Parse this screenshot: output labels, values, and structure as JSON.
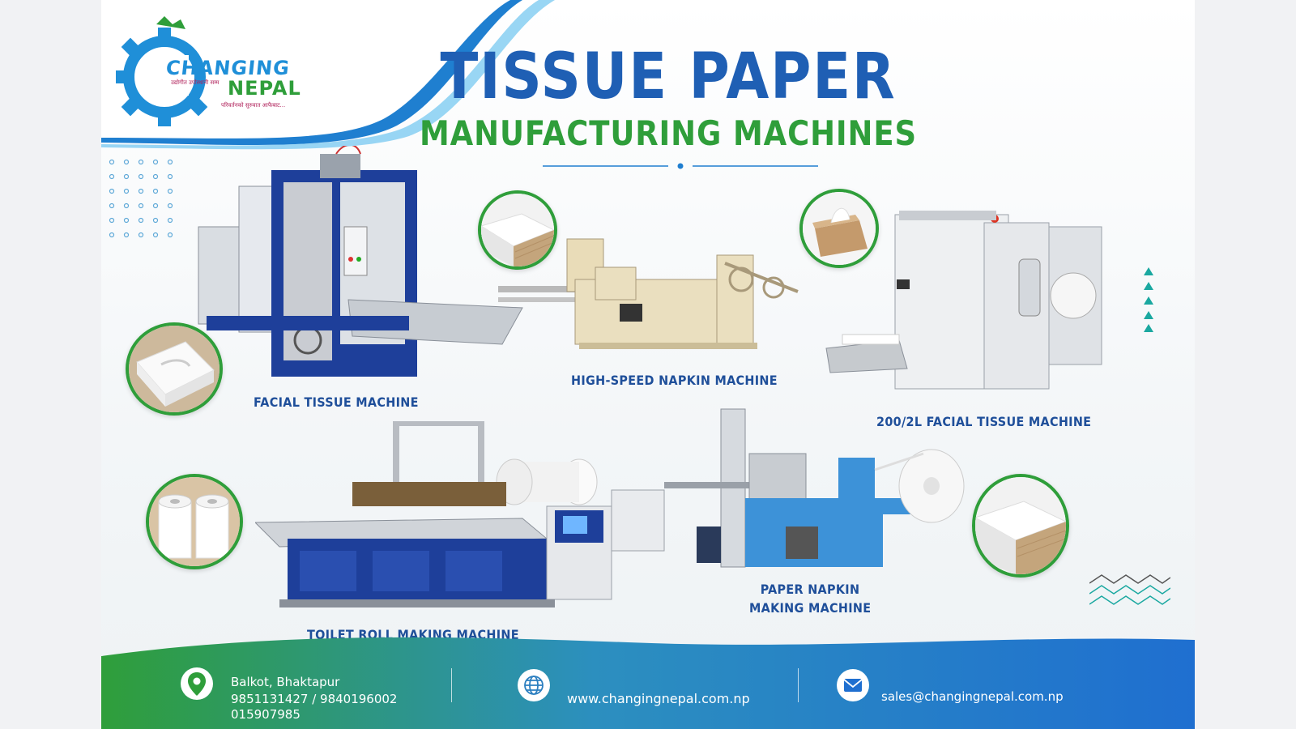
{
  "brand": {
    "name_line1": "CHANGING",
    "name_line2": "NEPAL",
    "tagline1": "उद्योगीत उपोस्थानी सम्म",
    "tagline2": "परिवर्तनको सुरुवात आफैबाट...",
    "colors": {
      "blue": "#1f5fb4",
      "green": "#2f9e3a",
      "accent": "#1f8fd8"
    }
  },
  "heading": {
    "title": "TISSUE PAPER",
    "subtitle": "MANUFACTURING MACHINES"
  },
  "machines": [
    {
      "label": "FACIAL TISSUE MACHINE",
      "thumb_icon": "facial-tissue-box-icon"
    },
    {
      "label": "HIGH-SPEED NAPKIN MACHINE",
      "thumb_icon": "napkin-stack-icon"
    },
    {
      "label": "200/2L FACIAL TISSUE MACHINE",
      "thumb_icon": "tissue-box-icon"
    },
    {
      "label": "TOILET ROLL MAKING MACHINE",
      "thumb_icon": "toilet-rolls-icon"
    },
    {
      "label_line1": "PAPER NAPKIN",
      "label_line2": "MAKING MACHINE",
      "thumb_icon": "napkin-stack-icon"
    }
  ],
  "footer": {
    "address": "Balkot, Bhaktapur",
    "phone1": "9851131427 / 9840196002",
    "phone2": "015907985",
    "website": "www.changingnepal.com.np",
    "email": "sales@changingnepal.com.np",
    "icons": [
      "location-pin-icon",
      "globe-icon",
      "mail-icon"
    ]
  }
}
